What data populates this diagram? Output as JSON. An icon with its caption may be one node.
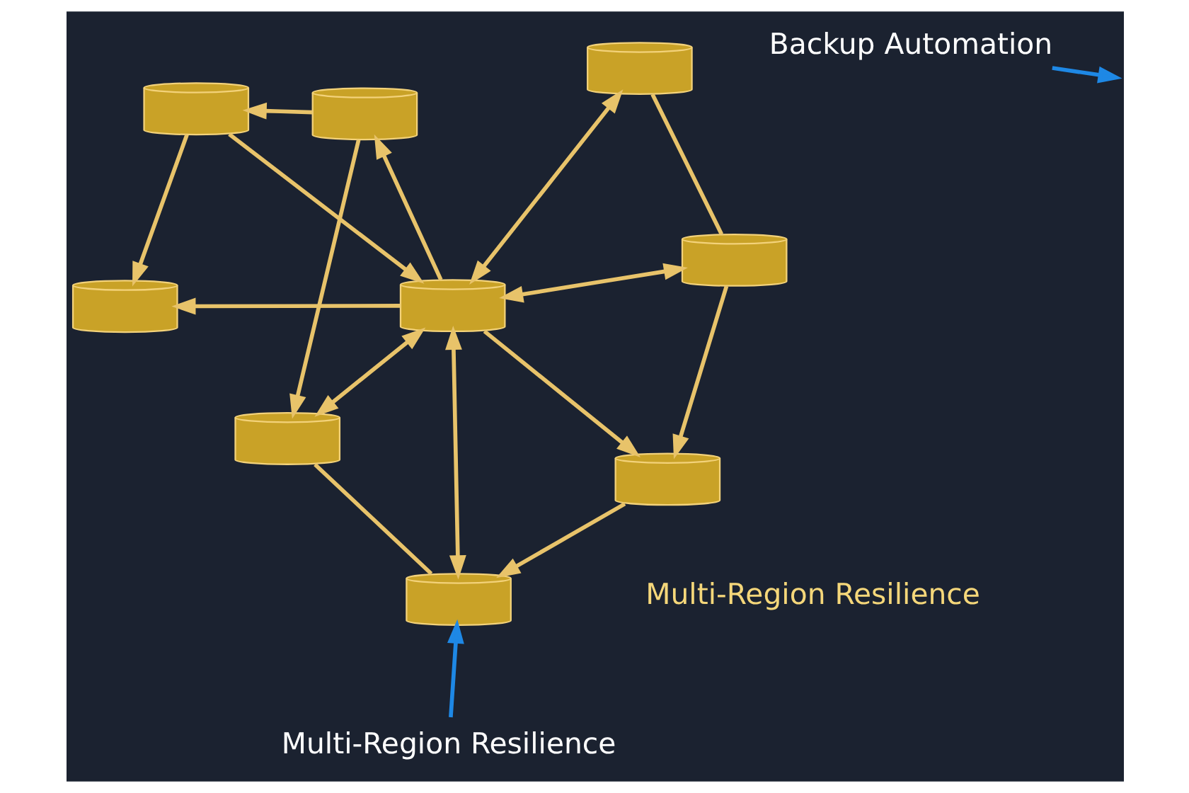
{
  "diagram": {
    "nodes": [
      {
        "text": [
          "Backup Automation"
        ]
      },
      {
        "text": [],
        "shape": "cylinder"
      },
      {
        "text": [],
        "shape": "cylinder"
      },
      {
        "text": [],
        "shape": "cylinder"
      },
      {
        "text": [],
        "shape": "cylinder"
      },
      {
        "text": [],
        "shape": "cylinder"
      },
      {
        "text": [],
        "shape": "cylinder"
      },
      {
        "text": [],
        "shape": "cylinder"
      },
      {
        "text": [],
        "shape": "cylinder"
      },
      {
        "text": [],
        "shape": "cylinder"
      },
      {
        "text": [
          "Multi-Region Resilience"
        ]
      }
    ],
    "edges": [
      {
        "from": 0,
        "to": null,
        "arrow": "to",
        "color": "#1e88e5"
      },
      {
        "from": 2,
        "to": 1,
        "arrow": "to"
      },
      {
        "from": 1,
        "to": 3,
        "arrow": "to"
      },
      {
        "from": 1,
        "to": 5,
        "arrow": "to"
      },
      {
        "from": 5,
        "to": 3,
        "arrow": "to"
      },
      {
        "from": 5,
        "to": 2,
        "arrow": "to"
      },
      {
        "from": 2,
        "to": 4,
        "arrow": "to"
      },
      {
        "from": 5,
        "to": 4,
        "arrow": "both"
      },
      {
        "from": 4,
        "to": 7,
        "arrow": "none"
      },
      {
        "from": 5,
        "to": 7,
        "arrow": "both"
      },
      {
        "from": 5,
        "to": 6,
        "arrow": "both"
      },
      {
        "from": 5,
        "to": 8,
        "arrow": "both"
      },
      {
        "from": 5,
        "to": 9,
        "arrow": "to"
      },
      {
        "from": 6,
        "to": 8,
        "arrow": "none"
      },
      {
        "from": 8,
        "to": 9,
        "arrow": "to"
      },
      {
        "from": 9,
        "to": 7,
        "arrow": "to"
      },
      {
        "from": 10,
        "to": 7,
        "arrow": "to",
        "color": "#1e88e5"
      }
    ],
    "labels": [
      "Multi-Region Resilience"
    ]
  }
}
